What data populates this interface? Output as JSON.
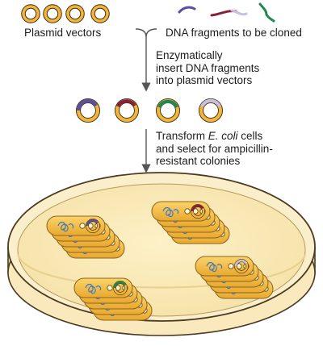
{
  "labels": {
    "plasmid_vectors": "Plasmid vectors",
    "dna_fragments": "DNA fragments to be cloned"
  },
  "steps": [
    {
      "lines": [
        "Enzymatically",
        "insert DNA fragments",
        "into plasmid vectors"
      ]
    },
    {
      "lines_prefix": "Transform ",
      "lines_italic": "E. coli",
      "lines_suffix": " cells",
      "lines": [
        "and select for ampicillin-",
        "resistant colonies"
      ]
    }
  ],
  "colors": {
    "plasmid_ring": "#f2b53c",
    "plasmid_outline": "#3a2a10",
    "fragment_purple": "#5a4fa0",
    "fragment_maroon": "#8a1f3a",
    "fragment_green": "#1e8a4a",
    "fragment_lavender": "#c7c0e0",
    "dish_agar": "#fbe9b7",
    "cell_fill": "#f4c24d",
    "cell_dna": "#3a78c8",
    "arrow": "#555555"
  },
  "icons": [
    "plasmid-icon",
    "dna-fragment-icon",
    "petri-dish-icon",
    "bacterial-colony-icon"
  ]
}
